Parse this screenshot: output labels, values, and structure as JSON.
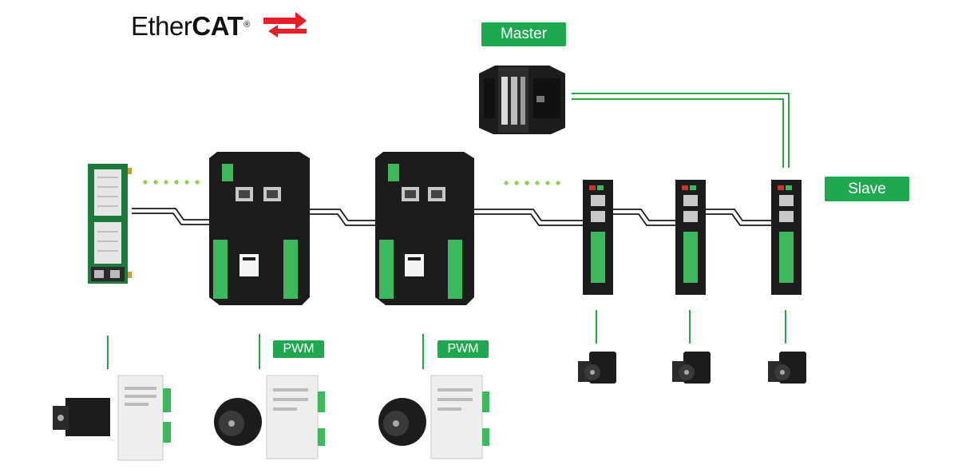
{
  "logo": {
    "text_light": "Ether",
    "text_bold": "CAT",
    "registered": "®",
    "accent_color": "#e5202b"
  },
  "labels": {
    "master": "Master",
    "slave": "Slave",
    "pwm_1": "PWM",
    "pwm_2": "PWM"
  },
  "colors": {
    "badge_green": "#1fa84f",
    "cable_green": "#2aa548",
    "dots_green": "#8fd14f",
    "device_black": "#1c1c1c",
    "terminal_green": "#3cb95c"
  }
}
